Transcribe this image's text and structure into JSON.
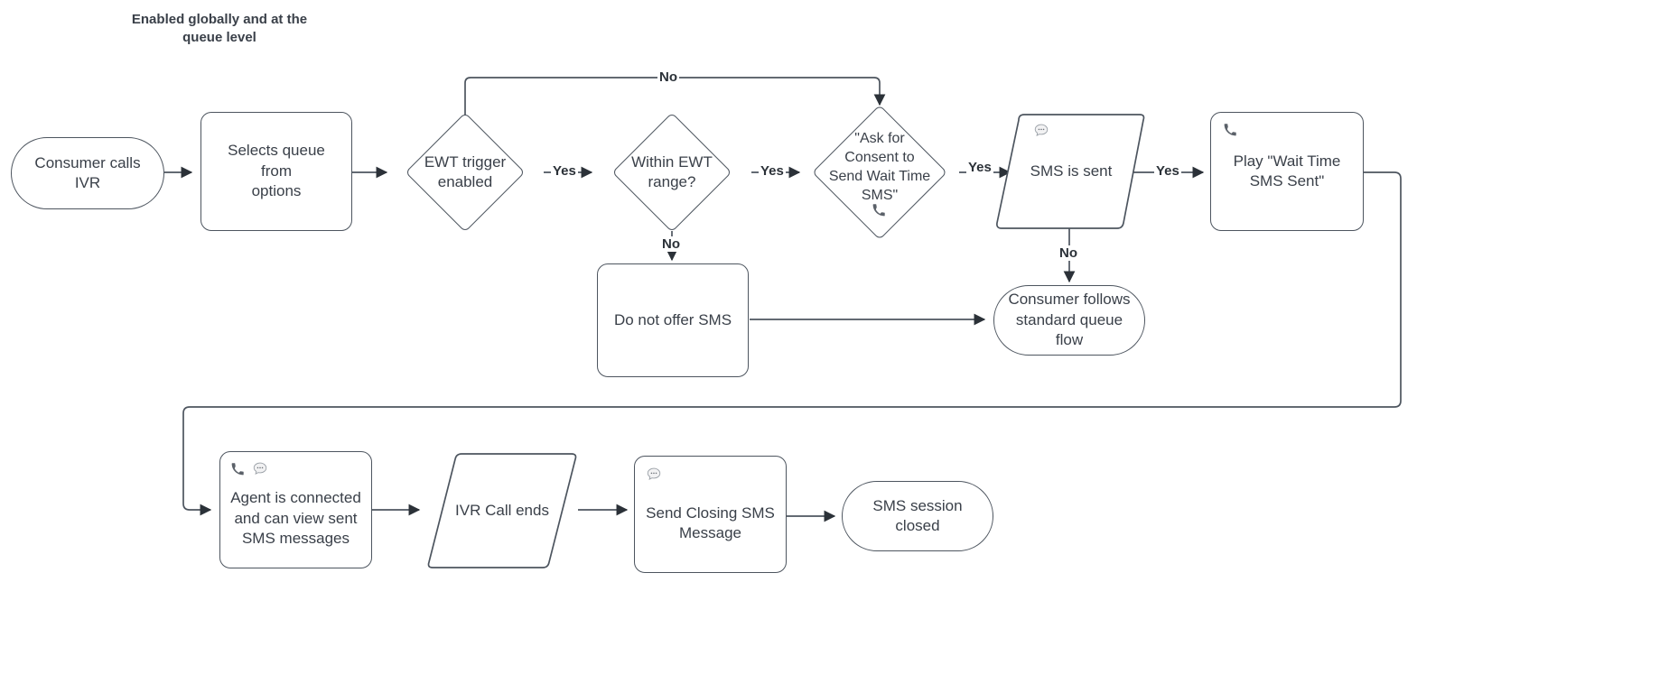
{
  "diagram": {
    "title": "Enabled globally and at the\nqueue level",
    "line_color": "#4d555f",
    "text_color": "#3a4049",
    "arrow_color": "#2b3138",
    "background": "#ffffff"
  },
  "nodes": [
    {
      "id": "consumer-calls-ivr",
      "label": "Consumer calls\nIVR",
      "shape": "terminator"
    },
    {
      "id": "selects-queue",
      "label": "Selects queue from\noptions",
      "shape": "process"
    },
    {
      "id": "ewt-trigger-enabled",
      "label": "EWT trigger\nenabled",
      "shape": "decision"
    },
    {
      "id": "within-ewt-range",
      "label": "Within EWT\nrange?",
      "shape": "decision"
    },
    {
      "id": "ask-for-consent",
      "label": "\"Ask for\nConsent to\nSend Wait Time\nSMS\"",
      "shape": "decision"
    },
    {
      "id": "sms-is-sent",
      "label": "SMS is sent",
      "shape": "parallelogram"
    },
    {
      "id": "play-wait-time-sms-sent",
      "label": "Play \"Wait Time\nSMS Sent\"",
      "shape": "process"
    },
    {
      "id": "do-not-offer-sms",
      "label": "Do not offer SMS",
      "shape": "process"
    },
    {
      "id": "consumer-follows-queue",
      "label": "Consumer follows\nstandard queue flow",
      "shape": "terminator"
    },
    {
      "id": "agent-is-connected",
      "label": "Agent is connected\nand can view sent\nSMS messages",
      "shape": "process"
    },
    {
      "id": "ivr-call-ends",
      "label": "IVR Call ends",
      "shape": "parallelogram"
    },
    {
      "id": "send-closing-sms",
      "label": "Send Closing SMS\nMessage",
      "shape": "process"
    },
    {
      "id": "sms-session-closed",
      "label": "SMS session closed",
      "shape": "terminator"
    }
  ],
  "edge_labels": {
    "no_top": "No",
    "yes_ewt": "Yes",
    "yes_range": "Yes",
    "yes_consent": "Yes",
    "yes_sms_sent": "Yes",
    "no_range": "No",
    "no_sms_sent": "No"
  },
  "icons": {
    "phone": "phone-icon",
    "sms": "sms-bubble-icon"
  }
}
